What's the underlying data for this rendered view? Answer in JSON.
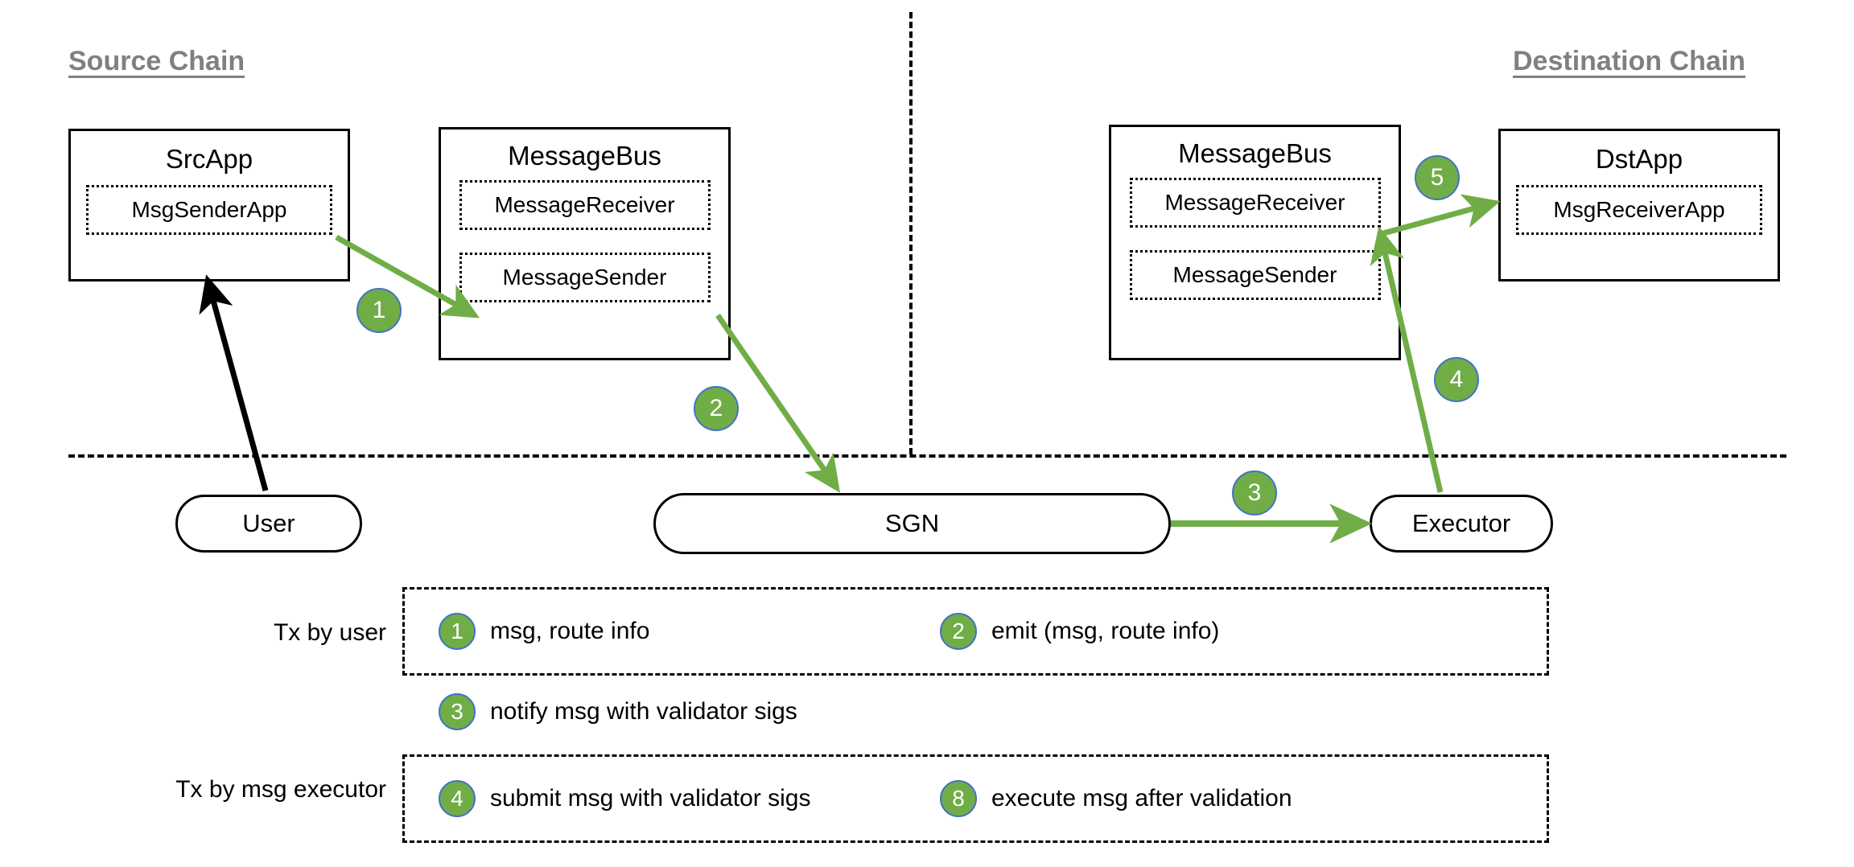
{
  "diagram": {
    "title_source": "Source Chain",
    "title_destination": "Destination Chain",
    "source_chain": {
      "src_app": {
        "title": "SrcApp",
        "inner": "MsgSenderApp"
      },
      "message_bus": {
        "title": "MessageBus",
        "receiver": "MessageReceiver",
        "sender": "MessageSender"
      }
    },
    "destination_chain": {
      "message_bus": {
        "title": "MessageBus",
        "receiver": "MessageReceiver",
        "sender": "MessageSender"
      },
      "dst_app": {
        "title": "DstApp",
        "inner": "MsgReceiverApp"
      }
    },
    "offchain": {
      "user": "User",
      "sgn": "SGN",
      "executor": "Executor"
    },
    "flow_badges": {
      "step1": "1",
      "step2": "2",
      "step3": "3",
      "step4": "4",
      "step5": "5"
    },
    "legend": {
      "row1_label": "Tx by user",
      "row1_items": [
        {
          "badge": "1",
          "text": "msg, route info"
        },
        {
          "badge": "2",
          "text": "emit (msg, route info)"
        }
      ],
      "row2_items": [
        {
          "badge": "3",
          "text": "notify msg with validator sigs"
        }
      ],
      "row3_label": "Tx by msg executor",
      "row3_items": [
        {
          "badge": "4",
          "text": "submit msg with validator sigs"
        },
        {
          "badge": "8",
          "text": "execute msg after validation"
        }
      ]
    },
    "colors": {
      "arrow_green": "#70AD47",
      "badge_fill": "#70AD47",
      "badge_border": "#4472C4",
      "title_gray": "#808080",
      "line_black": "#000000"
    }
  }
}
